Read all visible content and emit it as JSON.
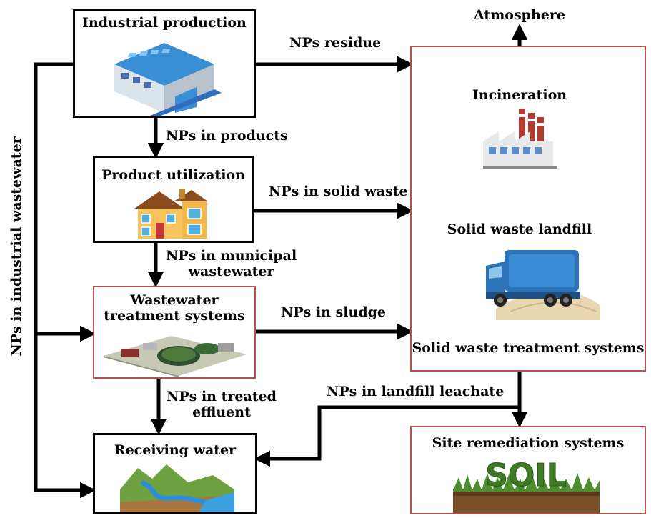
{
  "nodes": {
    "industrial": "Industrial production",
    "product": "Product utilization",
    "wastewater": "Wastewater\ntreatment systems",
    "receiving": "Receiving water",
    "solid_waste": "Solid waste treatment systems",
    "incineration": "Incineration",
    "landfill": "Solid waste landfill",
    "atmosphere": "Atmosphere",
    "site": "Site remediation systems",
    "soil_word": "SOIL"
  },
  "edges": {
    "residue": "NPs residue",
    "products": "NPs in products",
    "solid_waste": "NPs in solid waste",
    "municipal": "NPs in municipal\nwastewater",
    "sludge": "NPs in sludge",
    "treated": "NPs in treated\neffluent",
    "leachate": "NPs in landfill leachate",
    "industrial_wastewater": "NPs in industrial wastewater"
  },
  "colors": {
    "box_border": "#000000",
    "highlight_border": "#b5514c",
    "arrow": "#000000"
  }
}
